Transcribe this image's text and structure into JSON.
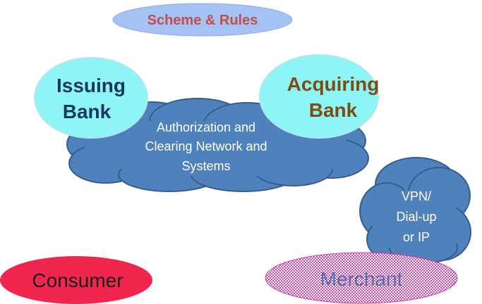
{
  "diagram": {
    "scheme": {
      "label": "Scheme & Rules",
      "fill": "#a4c2f4",
      "text_color": "#c0504d"
    },
    "issuing_bank": {
      "line1": "Issuing",
      "line2": "Bank",
      "fill": "#8df5f5",
      "text_color": "#17375e"
    },
    "acquiring_bank": {
      "line1": "Acquiring",
      "line2": "Bank",
      "fill": "#8df5f5",
      "text_color": "#7f4b10"
    },
    "network_cloud": {
      "line1": "Authorization and",
      "line2": "Clearing Network and",
      "line3": "Systems",
      "fill": "#4f81bd",
      "text_color": "#ffffff"
    },
    "vpn_cloud": {
      "line1": "VPN/",
      "line2": "Dial-up",
      "line3": "or IP",
      "fill": "#4f81bd",
      "text_color": "#ffffff"
    },
    "consumer": {
      "label": "Consumer",
      "fill": "#f0264f",
      "text_color": "#1a1a1a"
    },
    "merchant": {
      "label": "Merchant",
      "fill": "#cc3aa6",
      "text_color": "#4a6fb5"
    }
  }
}
